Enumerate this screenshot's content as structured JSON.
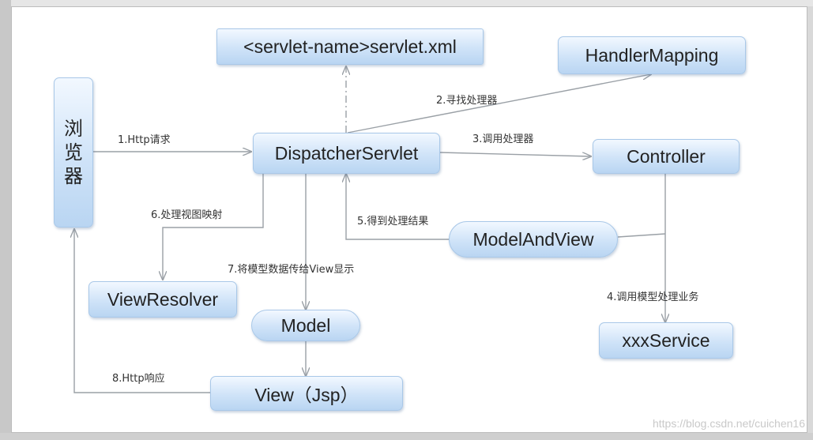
{
  "nodes": {
    "browser": [
      "浏",
      "览",
      "器"
    ],
    "servlet_xml": "<servlet-name>servlet.xml",
    "handler_mapping": "HandlerMapping",
    "dispatcher": "DispatcherServlet",
    "controller": "Controller",
    "model_and_view": "ModelAndView",
    "view_resolver": "ViewResolver",
    "model": "Model",
    "xxx_service": "xxxService",
    "view": "View（Jsp）"
  },
  "edges": {
    "e1": "1.Http请求",
    "e2": "2.寻找处理器",
    "e3": "3.调用处理器",
    "e4": "4.调用模型处理业务",
    "e5": "5.得到处理结果",
    "e6": "6.处理视图映射",
    "e7": "7.将模型数据传给View显示",
    "e8": "8.Http响应"
  },
  "watermark": "https://blog.csdn.net/cuichen16",
  "colors": {
    "node_fill": "#cfe3f8",
    "node_border": "#a9c8e8",
    "arrow": "#9aa0a6"
  }
}
